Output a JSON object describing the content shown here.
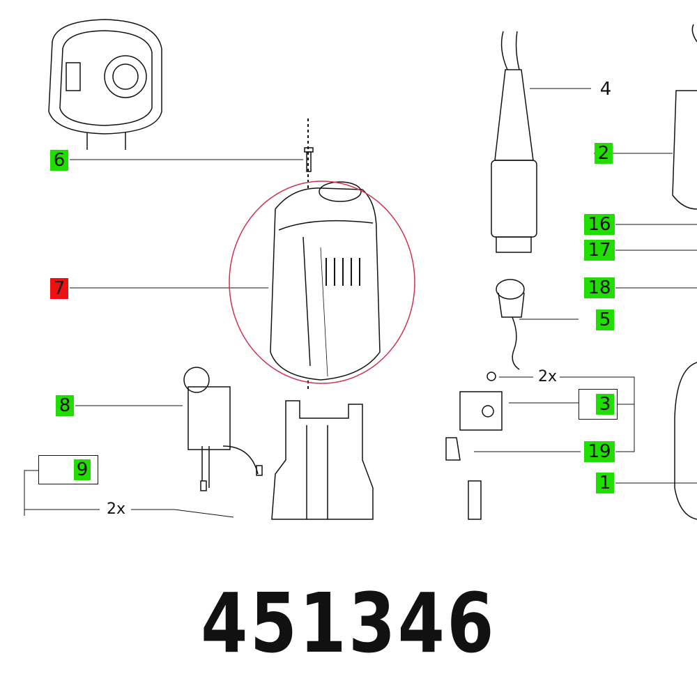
{
  "diagram": {
    "part_number": "451346",
    "callouts": [
      {
        "id": "6",
        "highlight": "green"
      },
      {
        "id": "7",
        "highlight": "red"
      },
      {
        "id": "8",
        "highlight": "green"
      },
      {
        "id": "9",
        "highlight": "green"
      },
      {
        "id": "4",
        "highlight": "none"
      },
      {
        "id": "2",
        "highlight": "green"
      },
      {
        "id": "16",
        "highlight": "green"
      },
      {
        "id": "17",
        "highlight": "green"
      },
      {
        "id": "18",
        "highlight": "green"
      },
      {
        "id": "5",
        "highlight": "green"
      },
      {
        "id": "3",
        "highlight": "green"
      },
      {
        "id": "19",
        "highlight": "green"
      },
      {
        "id": "1",
        "highlight": "green"
      }
    ],
    "quantity_left": "2x",
    "quantity_right": "2x",
    "colors": {
      "available": "#22dd00",
      "selected": "#ee1111",
      "selection_ring": "#d0314f"
    }
  }
}
